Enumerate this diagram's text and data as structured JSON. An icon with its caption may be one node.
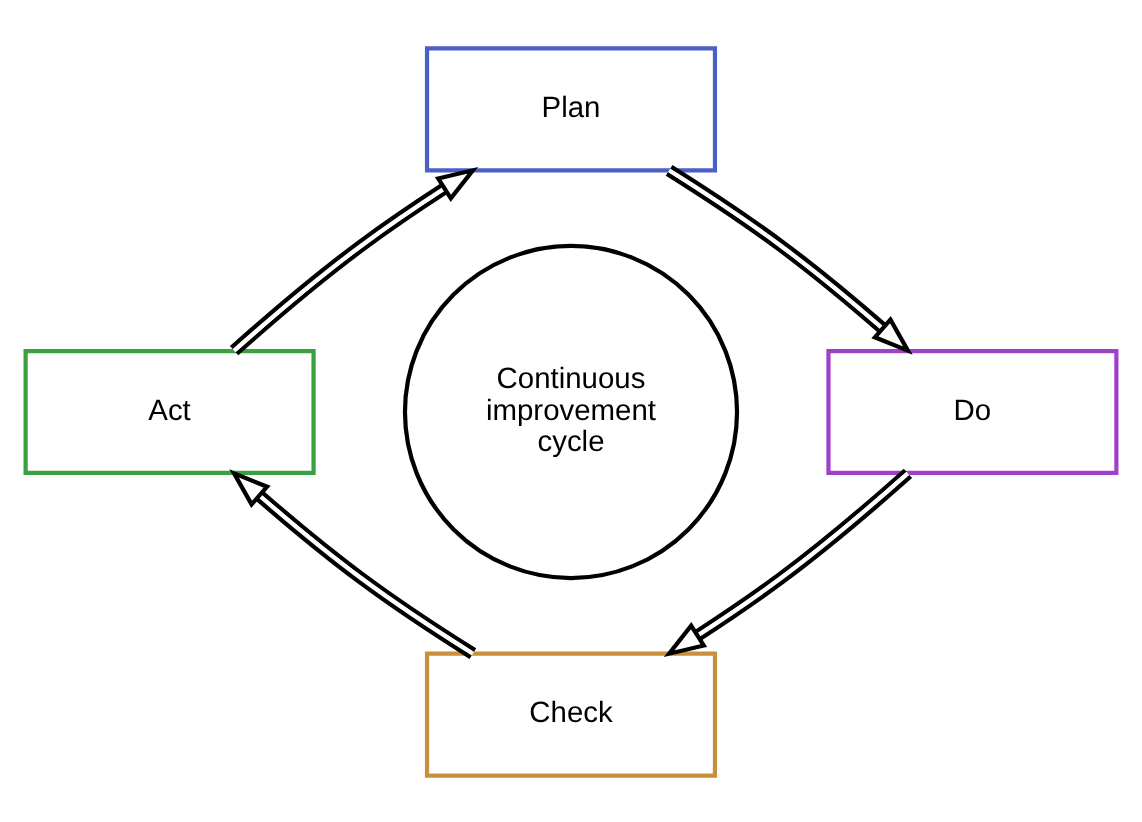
{
  "diagram": {
    "nodes": [
      {
        "text": [
          "Plan"
        ]
      },
      {
        "text": [
          "Do"
        ]
      },
      {
        "text": [
          "Check"
        ]
      },
      {
        "text": [
          "Act"
        ]
      },
      {
        "text": [
          "Continuous improvement cycle"
        ]
      }
    ],
    "edges": [
      {
        "from": 0,
        "to": 1,
        "arrow": "to"
      },
      {
        "from": 1,
        "to": 2,
        "arrow": "to"
      },
      {
        "from": 2,
        "to": 3,
        "arrow": "to"
      },
      {
        "from": 3,
        "to": 0,
        "arrow": "to"
      }
    ]
  }
}
